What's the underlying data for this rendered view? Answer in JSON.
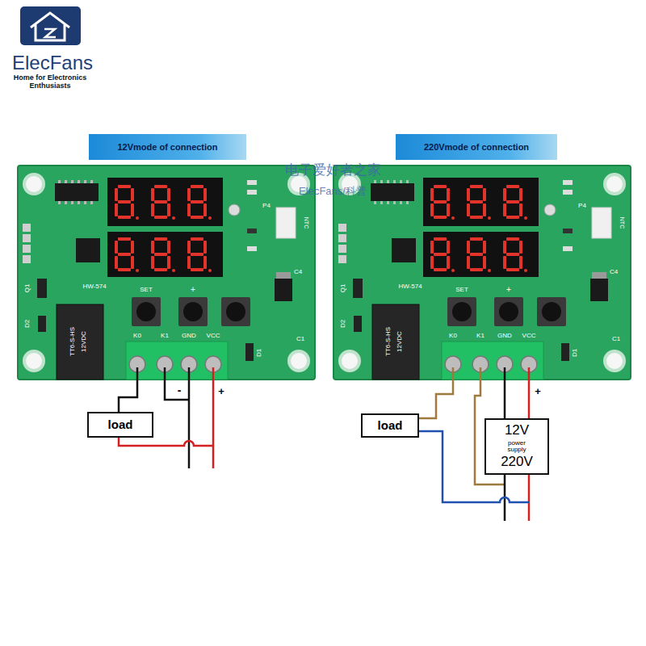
{
  "diagram": {
    "nodes": [
      {
        "text": [
          "12Vmode of connection"
        ]
      },
      {
        "text": [
          "220Vmode of connection"
        ]
      },
      {
        "text": [
          "load"
        ]
      },
      {
        "text": [
          "load"
        ]
      },
      {
        "text": [
          "12V",
          "power supply",
          "220V"
        ]
      }
    ],
    "labels": [
      "ElecFans",
      "Home for Electronics Enthusiasts",
      "电子爱好者之家",
      "ElecFans/科普",
      "HW-574",
      "SET",
      "+",
      "K0",
      "K1",
      "GND",
      "VCC",
      "NTC",
      "P4",
      "C4",
      "C1",
      "D1",
      "D2",
      "Q1",
      "TT6-S-HS",
      "12VDC",
      "-",
      "+",
      "HW-574",
      "SET",
      "+",
      "K0",
      "K1",
      "GND",
      "VCC",
      "NTC",
      "P4",
      "C4",
      "C1",
      "D1",
      "D2",
      "Q1",
      "TT6-S-HS",
      "12VDC",
      "+"
    ]
  }
}
